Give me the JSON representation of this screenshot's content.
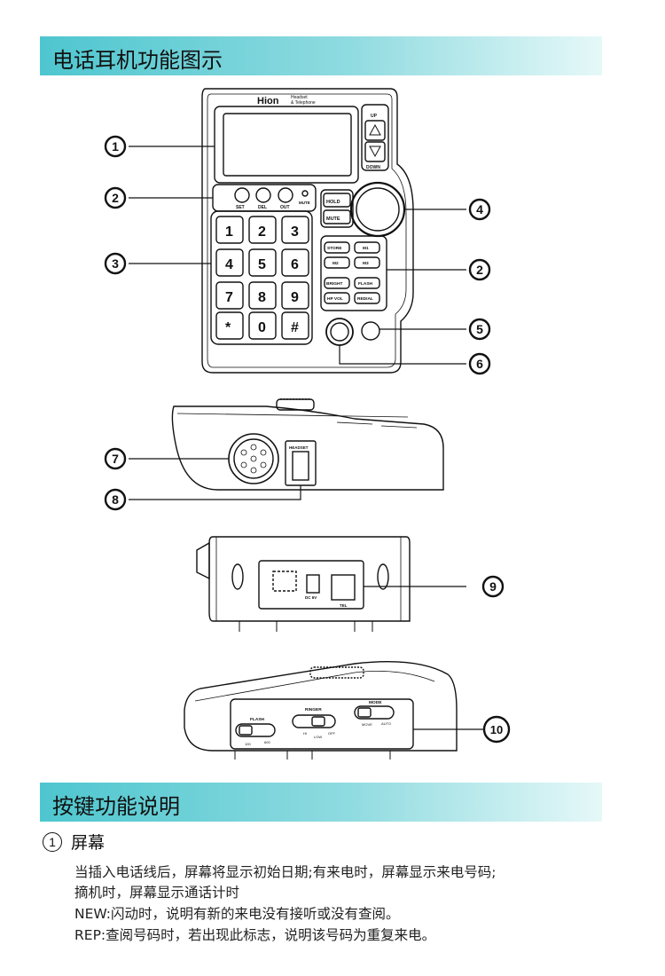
{
  "header1": "电话耳机功能图示",
  "header2": "按键功能说明",
  "brand": {
    "name": "Hion",
    "line1": "Headset",
    "line2": "& Telephone"
  },
  "callouts": [
    "1",
    "2",
    "3",
    "4",
    "2",
    "5",
    "6",
    "7",
    "8",
    "9",
    "10"
  ],
  "keypad": {
    "up": "UP",
    "down": "DOWN",
    "func": [
      "SET",
      "DEL",
      "OUT",
      "MUTE"
    ],
    "hold": "HOLD",
    "mute_btn": "MUTE",
    "store": "STORE",
    "m1": "M1",
    "m2": "M2",
    "m3": "M3",
    "bright": "BRIGHT",
    "flash": "FLASH",
    "hpvol": "HP VOL",
    "redial": "REDIAL",
    "digits": [
      "1",
      "2",
      "3",
      "4",
      "5",
      "6",
      "7",
      "8",
      "9",
      "*",
      "0",
      "#"
    ]
  },
  "side_labels": {
    "headset": "HEADSET",
    "dc": "DC 6V",
    "tel": "TEL"
  },
  "switches": {
    "flash": "FLASH",
    "flash_opts": [
      "100",
      "600"
    ],
    "ringer": "RINGER",
    "ringer_opts": [
      "HI",
      "LOW",
      "OFF"
    ],
    "mode": "MODE",
    "mode_opts": [
      "MOVE",
      "AUTO"
    ]
  },
  "section1": {
    "num": "1",
    "title": "屏幕",
    "lines": [
      "当插入电话线后，屏幕将显示初始日期;有来电时，屏幕显示来电号码;",
      "摘机时，屏幕显示通话计时",
      "NEW:闪动时，说明有新的来电没有接听或没有查阅。",
      "REP:查阅号码时，若出现此标志，说明该号码为重复来电。"
    ]
  }
}
